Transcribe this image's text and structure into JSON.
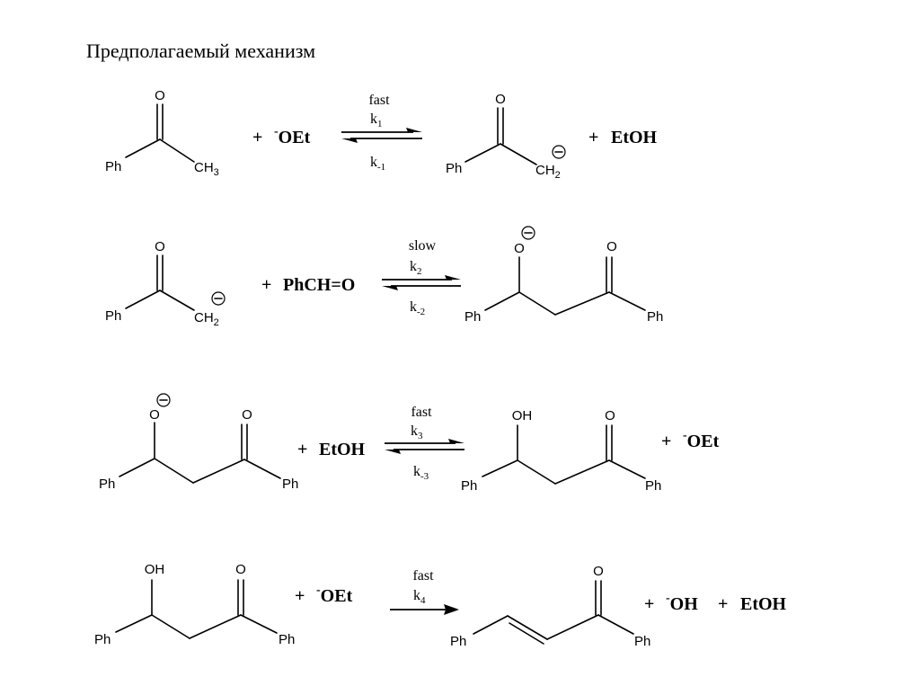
{
  "title": "Предполагаемый механизм",
  "atoms": {
    "O": "O",
    "Ph": "Ph",
    "CH": "CH",
    "sub3": "3",
    "sub2": "2",
    "OH": "OH",
    "minus": "-",
    "plus": "+"
  },
  "step1": {
    "reagent": "OEt",
    "product_extra": "EtOH",
    "rate": "fast",
    "k_forward": "k",
    "k_forward_sub": "1",
    "k_reverse": "k",
    "k_reverse_sub": "-1"
  },
  "step2": {
    "reagent": "PhCH=O",
    "rate": "slow",
    "k_forward": "k",
    "k_forward_sub": "2",
    "k_reverse": "k",
    "k_reverse_sub": "-2"
  },
  "step3": {
    "reagent": "EtOH",
    "product_extra": "OEt",
    "rate": "fast",
    "k_forward": "k",
    "k_forward_sub": "3",
    "k_reverse": "k",
    "k_reverse_sub": "-3"
  },
  "step4": {
    "reagent": "OEt",
    "product_extra_1": "OH",
    "product_extra_2": "EtOH",
    "rate": "fast",
    "k_forward": "k",
    "k_forward_sub": "4"
  }
}
